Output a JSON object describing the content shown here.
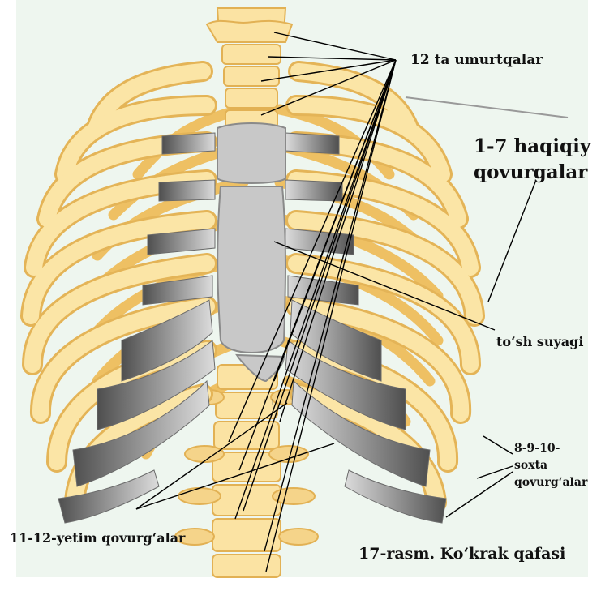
{
  "labels": {
    "vertebrae": "12 ta umurtqalar",
    "true_ribs_line1": "1-7 haqiqiy",
    "true_ribs_line2": "qovurgalar",
    "sternum": "to‘sh suyagi",
    "false_ribs_line1": "8-9-10-",
    "false_ribs_line2": "soxta",
    "false_ribs_line3": "qovurg‘alar",
    "floating_ribs": "11-12-yetim qovurg‘alar"
  },
  "caption": "17-rasm. Ko‘krak qafasi",
  "colors": {
    "background": "#f0f7f1",
    "bone": "#fbe5a6",
    "bone_outline": "#e4b457",
    "cartilage_dark": "#5d5d5d",
    "cartilage_light": "#d8d8d8",
    "sternum": "#c9c9c9",
    "leader_line": "#000000"
  }
}
